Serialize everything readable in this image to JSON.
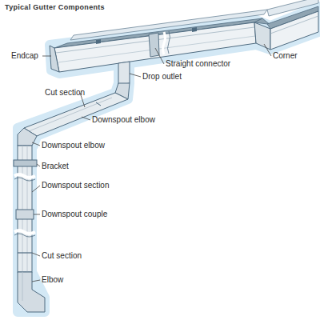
{
  "diagram": {
    "title": "Typical Gutter Components",
    "labels": [
      "Endcap",
      "Drop outlet",
      "Straight connector",
      "Corner",
      "Cut section",
      "Downspout elbow",
      "Downspout elbow",
      "Bracket",
      "Downspout section",
      "Downspout couple",
      "Cut section",
      "Elbow"
    ]
  }
}
